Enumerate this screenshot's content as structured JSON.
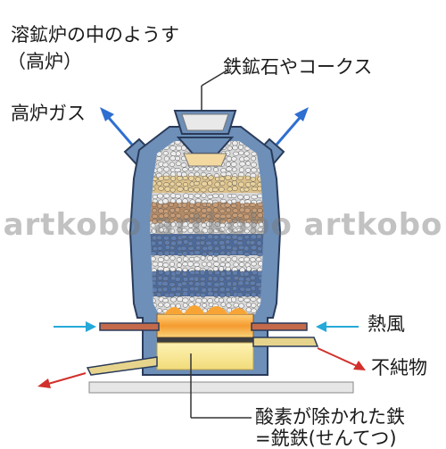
{
  "labels": {
    "title_line1": "溶鉱炉の中のようす",
    "title_line2": "（高炉）",
    "top_material": "鉄鉱石やコークス",
    "furnace_gas": "高炉ガス",
    "hot_blast": "熱風",
    "slag": "不純物",
    "iron_line1": "酸素が除かれた鉄",
    "iron_line2": "=銑鉄(せんてつ)"
  },
  "watermark": "artkobo artkobo artkobo",
  "colors": {
    "furnace_wall": "#6d8fb8",
    "wall_outline": "#2a3b5a",
    "arrow_blue": "#2f6fd1",
    "arrow_cyan": "#25a9d9",
    "arrow_red": "#d2302c",
    "molten_iron": "#f6e79a",
    "flame_orange": "#f7a435",
    "hot_blast_pipe": "#c46a4a",
    "slag_pipe": "#e7d48c",
    "ore_blue": "#4c6a9c",
    "ore_brown": "#b58a64",
    "ore_tan": "#dcc08a",
    "coke_grey": "#d9d9d9"
  }
}
